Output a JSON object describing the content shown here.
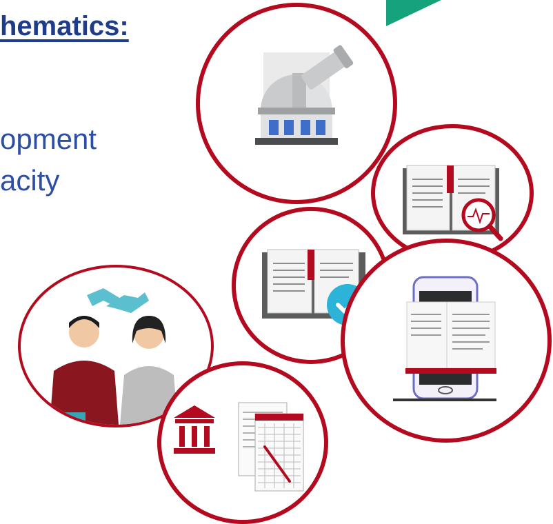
{
  "slide": {
    "heading": "hematics:",
    "lines": [
      "opment",
      "acity"
    ]
  },
  "icons": {
    "observatory": "observatory-icon",
    "book_search": "book-magnifier-icon",
    "book_check": "book-checkmark-icon",
    "tablet_book": "tablet-ebook-icon",
    "people": "handshake-people-icon",
    "archive": "institution-papers-icon"
  },
  "colors": {
    "ring": "#b30a1f",
    "heading": "#1f3c88",
    "text": "#2c4ea3",
    "accent": "#1aa37a"
  }
}
